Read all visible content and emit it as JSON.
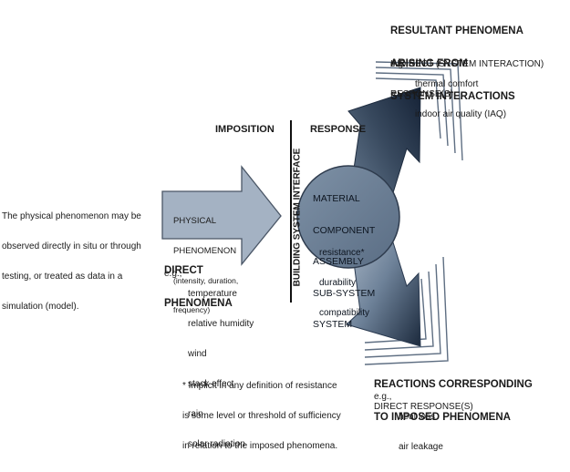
{
  "colors": {
    "circle_fill": "#6b7f96",
    "arrow_fill": "#a4b2c3",
    "arrow_stroke": "#4a5666",
    "dark_arrow": "#1f2d40",
    "chevron": "#5e6e82"
  },
  "left_note": [
    "The physical phenomenon may be",
    "observed directly in situ or through",
    "testing, or treated as data in a",
    "simulation (model)."
  ],
  "imposition_label": "IMPOSITION",
  "response_label": "RESPONSE",
  "interface_label": "BUILDING SYSTEM INTERFACE",
  "physical": {
    "title": [
      "PHYSICAL",
      "PHENOMENON"
    ],
    "detail": [
      "(intensity, duration,",
      "frequency)"
    ]
  },
  "direct_phenomena": {
    "heading": [
      "DIRECT",
      "PHENOMENA"
    ],
    "eg": "e.g.,",
    "items": [
      "temperature",
      "relative humidity",
      "wind",
      "stack effect",
      "rain",
      "solar radiation"
    ]
  },
  "circle": {
    "items": [
      "MATERIAL",
      "COMPONENT",
      "ASSEMBLY",
      "SUB-SYSTEM",
      "SYSTEM"
    ],
    "props": [
      "resistance*",
      "durability",
      "compatibility"
    ]
  },
  "resultant": {
    "heading": [
      "RESULTANT PHENOMENA",
      "ARISING FROM",
      "SYSTEM INTERACTIONS"
    ],
    "sub": [
      "INDIRECT (SYSTEM INTERACTION)",
      "RESPONSE(S)"
    ],
    "eg": "e.g.,",
    "items": [
      "thermal comfort",
      "indoor air quality (IAQ)"
    ]
  },
  "reactions": {
    "heading": [
      "REACTIONS CORRESPONDING",
      "TO IMPOSED PHENOMENA"
    ],
    "sub": [
      "DIRECT RESPONSE(S)"
    ],
    "eg": "e.g.,",
    "items": [
      "heat loss",
      "air leakage"
    ]
  },
  "footnote": [
    "* Implicit in any definition of resistance",
    "is some level or threshold of sufficiency",
    "in relation to the imposed phenomena."
  ]
}
